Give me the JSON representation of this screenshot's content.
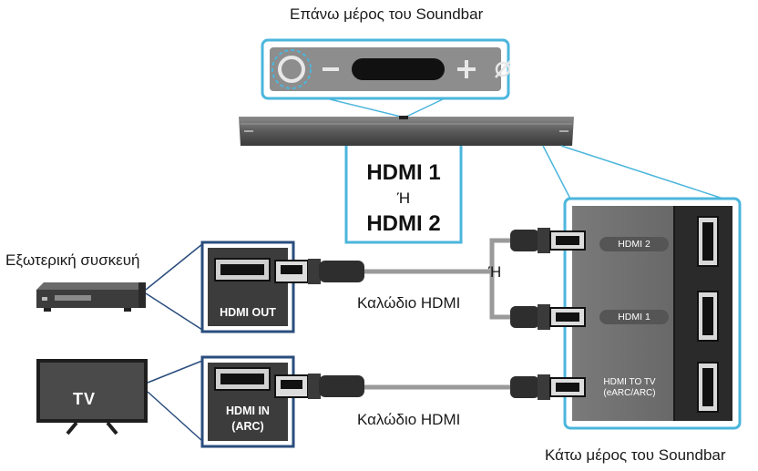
{
  "titles": {
    "top": "Επάνω μέρος του Soundbar",
    "bottom": "Κάτω μέρος του Soundbar"
  },
  "soundbar_inputs": {
    "line1": "HDMI 1",
    "or": "Ή",
    "line2": "HDMI 2"
  },
  "external_device": {
    "label": "Εξωτερική συσκευή",
    "port": "HDMI OUT"
  },
  "tv": {
    "label": "TV",
    "port_line1": "HDMI IN",
    "port_line2": "(ARC)"
  },
  "cables": {
    "top": "Καλώδιο HDMI",
    "bottom": "Καλώδιο HDMI",
    "or": "Ή"
  },
  "soundbar_ports": {
    "hdmi2": "HDMI 2",
    "hdmi1": "HDMI 1",
    "tv_line1": "HDMI TO TV",
    "tv_line2": "(eARC/ARC)"
  },
  "colors": {
    "accent": "#4bb6dc",
    "dark_blue": "#2a4d7d",
    "panel": "#6f6f6f",
    "device": "#3c3c3c",
    "cable": "#9a9a9a"
  }
}
